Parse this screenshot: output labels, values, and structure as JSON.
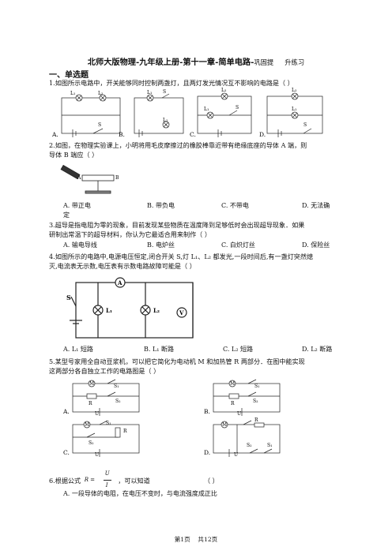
{
  "header": {
    "title": "北师大版物理-九年级上册-第十一章-简单电路-",
    "subtitle": "巩固提",
    "subtitle2": "升练习"
  },
  "section": "一、单选题",
  "q1": {
    "stem": "1.如图所示电路中，开关能够同时控制两盏灯，且两灯发光情况互不影响的电路是（ ）",
    "options": [
      "A.",
      "B.",
      "C.",
      "D."
    ],
    "labels": {
      "L1": "L₁",
      "L2": "L₂",
      "S": "S"
    }
  },
  "q2": {
    "stem1": "2.如图，在物理实验课上，小明将用毛皮摩擦过的橡胶棒靠近带有绝缘底座的导体 A 端，则",
    "stem2": "导体 B 端应（ ）",
    "fig_a": "A",
    "fig_b": "B",
    "options": [
      "A. 带正电",
      "B. 带负电",
      "C. 不带电",
      "D. 无法确"
    ],
    "cont": "定"
  },
  "q3": {
    "stem1": "3.超导是指电阻为零的现象，目前发现某些物质在温度降到足够低时会出现超导现象．如果",
    "stem2": "研制出常温下的超导材料，你认为它最适合用来制作（ ）",
    "options": [
      "A. 输电导线",
      "B. 电炉丝",
      "C. 白炽灯丝",
      "D. 保险丝"
    ]
  },
  "q4": {
    "stem1": "4.如图所示的电路中,电源电压恒定,闭合开关 S,灯 L₁、L₂ 都发光,一段时间后,有一盏灯突然熄",
    "stem2": "灭,电流表无示数,电压表有示数电路故障可能是（ ）",
    "fig": {
      "s": "S",
      "a": "A",
      "l1": "L₁",
      "l2": "L₂",
      "v": "V"
    },
    "options": [
      "A. L₁ 短路",
      "B. L₁ 断路",
      "C. L₂ 短路",
      "D. L₂ 断路"
    ]
  },
  "q5": {
    "stem1": "5.某型号家用全自动豆浆机，可以把它简化为电动机 M 和加热管 R 两部分．在图中能实现",
    "stem2": "这两部分各自独立工作的电路图是（ ）",
    "options": [
      "A.",
      "B.",
      "C.",
      "D."
    ],
    "labels": {
      "m": "M",
      "r": "R",
      "s1": "S₁",
      "s2": "S₂",
      "u": "U"
    }
  },
  "q6": {
    "stem_pre": "6.根据公式",
    "stem_post": "，可以知道",
    "paren": "（ ）",
    "formula": {
      "lhs": "R =",
      "num": "U",
      "den": "I"
    },
    "optA": "A. 一段导体的电阻，在电压不变时，与电流强度成正比"
  },
  "footer": {
    "page": "第1页",
    "total": "共12页"
  }
}
